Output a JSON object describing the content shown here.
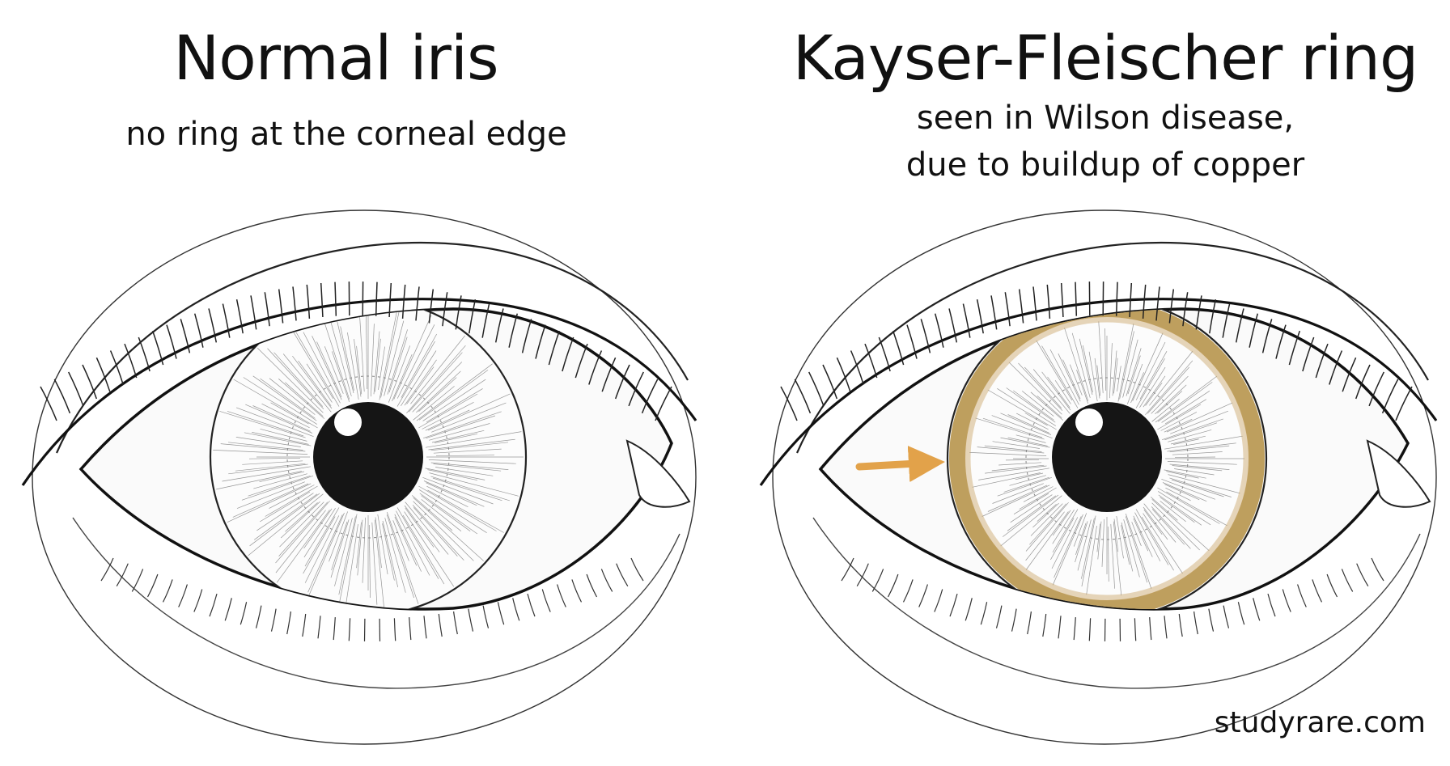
{
  "left_panel": {
    "title": "Normal iris",
    "subtitle": "no ring at the corneal edge"
  },
  "right_panel": {
    "title": "Kayser-Fleischer ring",
    "subtitle_line1": "seen in Wilson disease,",
    "subtitle_line2": "due to buildup of copper"
  },
  "watermark": "studyrare.com",
  "colors": {
    "ink": "#111111",
    "copper_ring": "#b08a3a",
    "arrow": "#e2a24a",
    "pupil": "#151515"
  }
}
